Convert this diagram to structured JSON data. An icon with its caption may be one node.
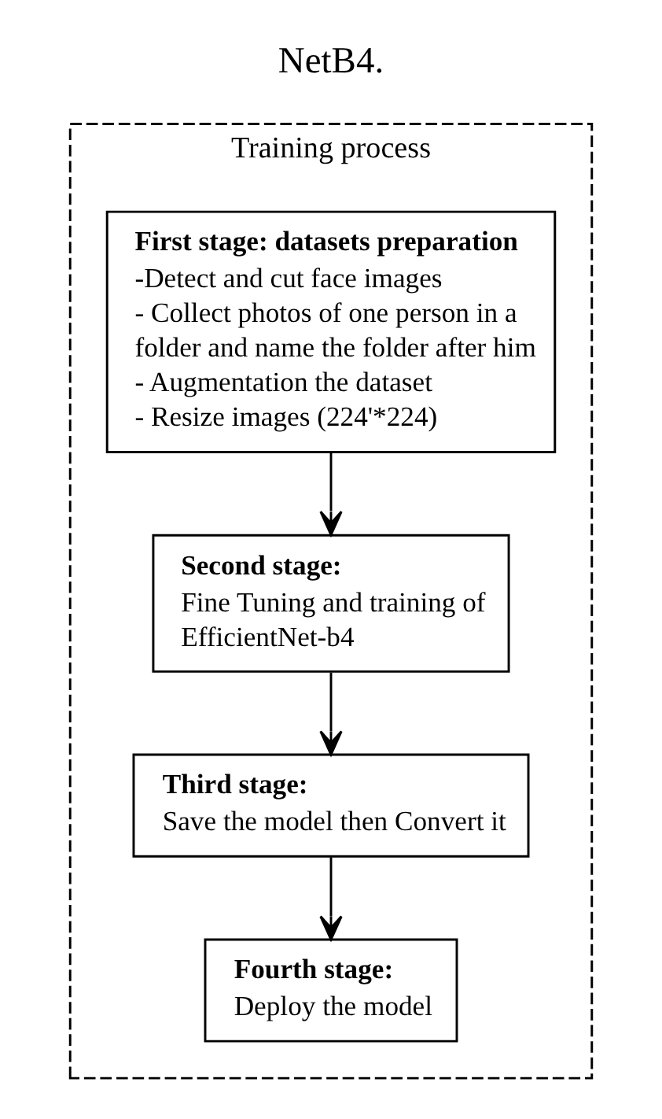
{
  "diagram": {
    "nodes": [
      {
        "text": [
          "Training process"
        ]
      },
      {
        "text": [
          "First stage: datasets preparation",
          "-Detect and cut face images",
          "- Collect photos of one person in a folder and name the folder after him",
          "- Augmentation the dataset",
          "- Resize images (224'*224)"
        ],
        "in": 0
      },
      {
        "text": [
          "Second stage:",
          "Fine Tuning and training of EfficientNet-b4"
        ],
        "in": 0
      },
      {
        "text": [
          "Third stage:",
          "Save the model then Convert it"
        ],
        "in": 0
      },
      {
        "text": [
          "Fourth stage:",
          "Deploy the model"
        ],
        "in": 0
      }
    ],
    "edges": [
      {
        "from": 1,
        "to": 2,
        "arrow": "to"
      },
      {
        "from": 2,
        "to": 3,
        "arrow": "to"
      },
      {
        "from": 3,
        "to": 4,
        "arrow": "to"
      }
    ],
    "labels": [
      "NetB4."
    ]
  }
}
